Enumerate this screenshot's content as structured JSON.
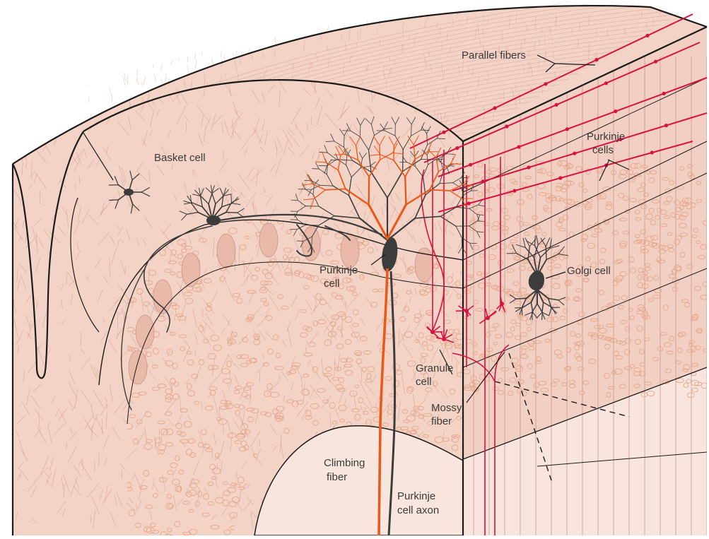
{
  "figure": {
    "labels": {
      "parallel_fibers": "Parallel fibers",
      "purkinje_cells": [
        "Purkinje",
        "cells"
      ],
      "basket_cell": "Basket cell",
      "purkinje_cell": [
        "Purkinje",
        "cell"
      ],
      "golgi_cell": "Golgi cell",
      "granule_cell": [
        "Granule",
        "cell"
      ],
      "mossy_fiber": [
        "Mossy",
        "fiber"
      ],
      "climbing_fiber": [
        "Climbing",
        "fiber"
      ],
      "purkinje_axon": [
        "Purkinje",
        "cell axon"
      ]
    },
    "colors": {
      "tissue": "#f3d3c6",
      "tissue_light": "#f8e6de",
      "molecular_texture": "#c98f86",
      "granule_outline": "#e7a68a",
      "neuron_dark": "#3c3c3c",
      "purkinje_orange": "#e85a1b",
      "fiber_red": "#d8123f",
      "outline": "#1a1a1a"
    }
  }
}
